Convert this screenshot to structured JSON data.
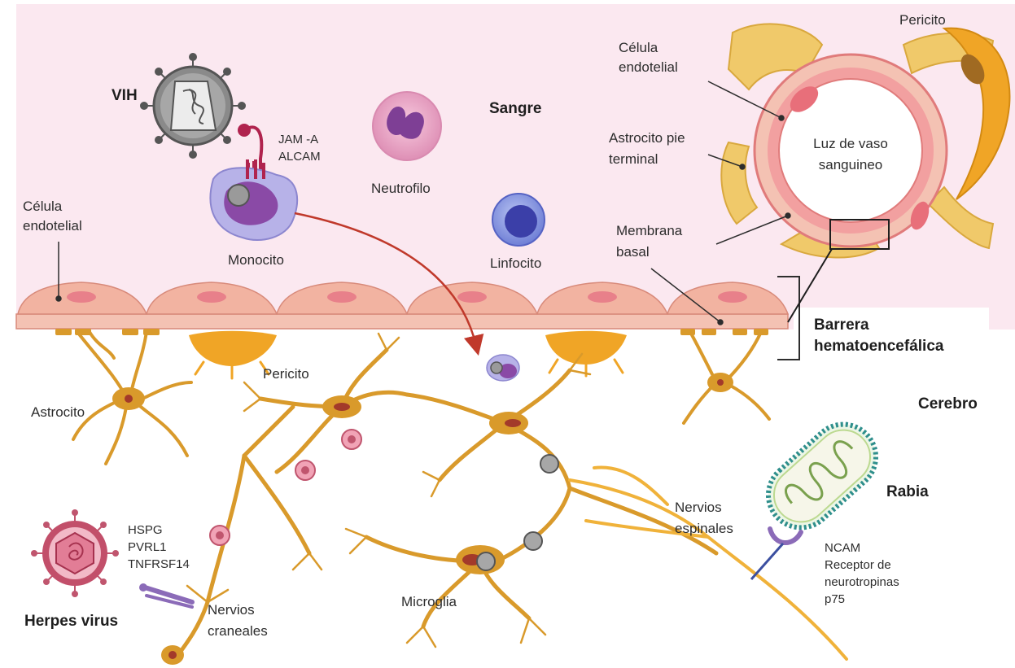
{
  "regions": {
    "blood": "Sangre",
    "brain": "Cerebro",
    "bbb_line1": "Barrera",
    "bbb_line2": "hematoencefálica"
  },
  "blood_cells": {
    "monocyte": "Monocito",
    "neutrophil": "Neutrofilo",
    "lymphocyte": "Linfocito",
    "endothelial_line1": "Célula",
    "endothelial_line2": "endotelial"
  },
  "hiv": {
    "name": "VIH",
    "receptor_1": "JAM -A",
    "receptor_2": "ALCAM"
  },
  "vessel_inset": {
    "pericyte": "Pericito",
    "endothelial_line1": "Célula",
    "endothelial_line2": "endotelial",
    "astrocyte_line1": "Astrocito pie",
    "astrocyte_line2": "terminal",
    "lumen_line1": "Luz de vaso",
    "lumen_line2": "sanguineo",
    "basal_line1": "Membrana",
    "basal_line2": "basal"
  },
  "brain_cells": {
    "astrocyte": "Astrocito",
    "pericyte": "Pericito",
    "microglia": "Microglia",
    "cranial_line1": "Nervios",
    "cranial_line2": "craneales",
    "spinal_line1": "Nervios",
    "spinal_line2": "espinales"
  },
  "herpes": {
    "name": "Herpes virus",
    "receptor_1": "HSPG",
    "receptor_2": "PVRL1",
    "receptor_3": "TNFRSF14"
  },
  "rabies": {
    "name": "Rabia",
    "receptor_1": "NCAM",
    "receptor_2": "Receptor de",
    "receptor_3": "neurotropinas",
    "receptor_4": "p75"
  },
  "colors": {
    "blood_bg": "#fbe8f0",
    "endothelium": "#f2b6a6",
    "glia": "#d99a2b",
    "pericyte": "#f0a526",
    "arrow": "#c0392b",
    "virus_hiv": "#7d7d7d",
    "virus_herpes": "#d0556e",
    "virus_rabies": "#2f8f8c"
  }
}
